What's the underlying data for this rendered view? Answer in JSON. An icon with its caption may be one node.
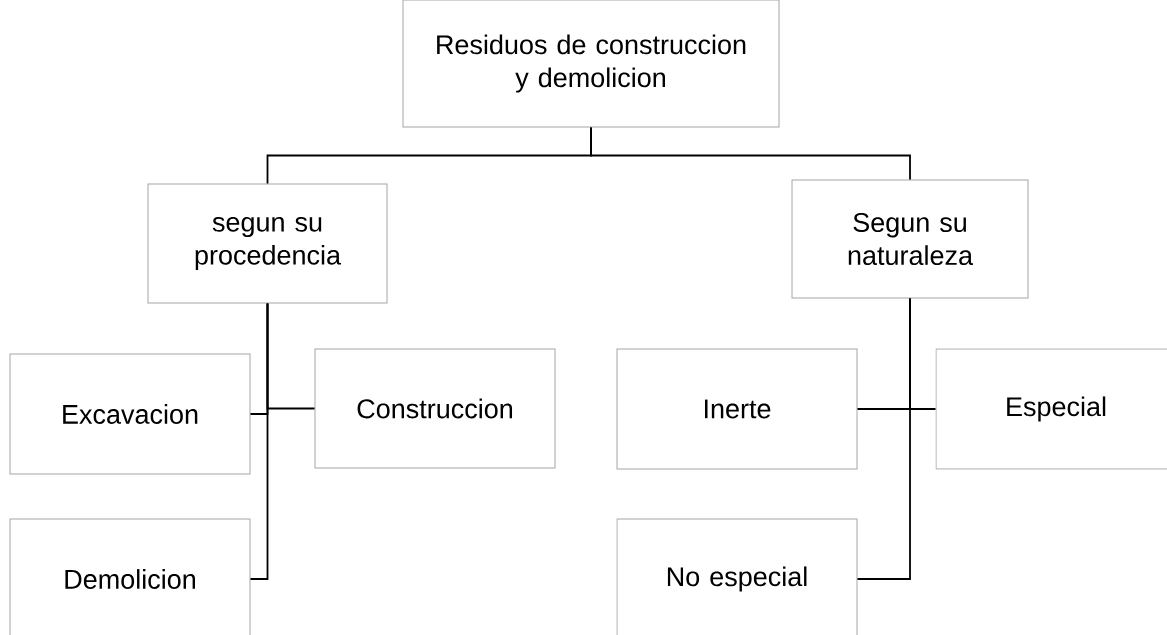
{
  "diagram": {
    "nodes": [
      {
        "text": [
          "Residuos de construccion y demolicion"
        ]
      },
      {
        "text": [
          "segun su procedencia"
        ]
      },
      {
        "text": [
          "Segun su naturaleza"
        ]
      },
      {
        "text": [
          "Excavacion"
        ]
      },
      {
        "text": [
          "Construccion"
        ]
      },
      {
        "text": [
          "Demolicion"
        ]
      },
      {
        "text": [
          "Inerte"
        ]
      },
      {
        "text": [
          "Especial"
        ]
      },
      {
        "text": [
          "No especial"
        ]
      }
    ],
    "edges": [
      {
        "from": 0,
        "to": 1,
        "arrow": "none"
      },
      {
        "from": 0,
        "to": 2,
        "arrow": "none"
      },
      {
        "from": 1,
        "to": 3,
        "arrow": "none"
      },
      {
        "from": 1,
        "to": 4,
        "arrow": "none"
      },
      {
        "from": 1,
        "to": 5,
        "arrow": "none"
      },
      {
        "from": 2,
        "to": 6,
        "arrow": "none"
      },
      {
        "from": 2,
        "to": 7,
        "arrow": "none"
      },
      {
        "from": 2,
        "to": 8,
        "arrow": "none"
      }
    ]
  }
}
